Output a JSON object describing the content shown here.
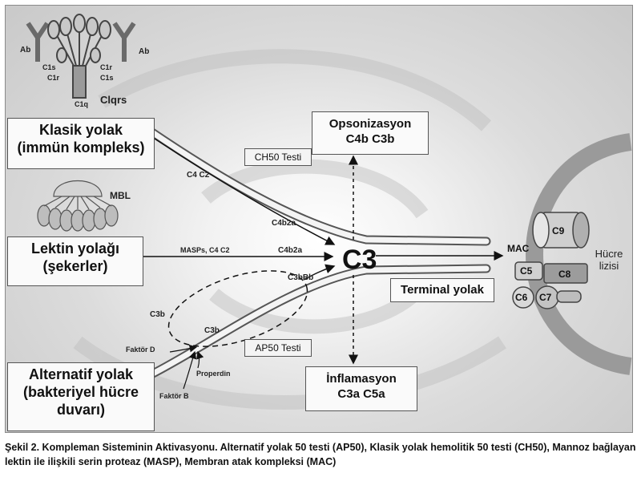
{
  "boxes": {
    "klasik": [
      "Klasik yolak",
      "(immün kompleks)"
    ],
    "lektin": [
      "Lektin yolağı",
      "(şekerler)"
    ],
    "alternatif": [
      "Alternatif yolak",
      "(bakteriyel hücre",
      "duvarı)"
    ],
    "opsonizasyon": [
      "Opsonizasyon",
      "C4b C3b"
    ],
    "inflamasyon": [
      "İnflamasyon",
      "C3a C5a"
    ],
    "terminal": "Terminal yolak",
    "ch50": "CH50 Testi",
    "ap50": "AP50 Testi"
  },
  "center": "C3",
  "c1_complex": {
    "ab_left": "Ab",
    "ab_right": "Ab",
    "c1s_left": "C1s",
    "c1r_left": "C1r",
    "c1r_right": "C1r",
    "c1s_right": "C1s",
    "c1q": "C1q",
    "name": "Clqrs"
  },
  "mbl": "MBL",
  "labels": {
    "c4c2": "C4 C2",
    "c4b2a_top": "C4b2a",
    "masps": "MASPs, C4 C2",
    "c4b2a_mid": "C4b2a",
    "c3bbb": "C3bBb",
    "c3b_a": "C3b",
    "c3b_b": "C3b",
    "faktor_d": "Faktör D",
    "faktor_b": "Faktör B",
    "properdin": "Properdin"
  },
  "mac": {
    "title": "MAC",
    "c5": "C5",
    "c6": "C6",
    "c7": "C7",
    "c8": "C8",
    "c9": "C9"
  },
  "lysis": [
    "Hücre",
    "lizisi"
  ],
  "caption": [
    "Şekil 2. Kompleman Sisteminin Aktivasyonu. Alternatif yolak 50 testi (AP50), Klasik yolak hemolitik 50 testi (CH50), Mannoz bağlayan",
    "lektin ile ilişkili serin proteaz (MASP), Membran atak kompleksi (MAC)"
  ]
}
